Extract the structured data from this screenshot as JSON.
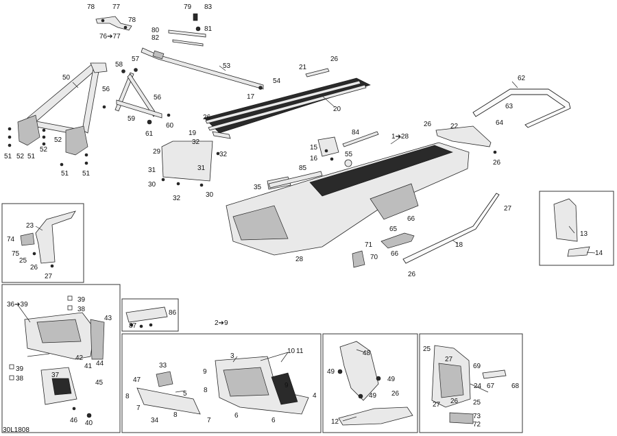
{
  "diagram_code": "30L1808",
  "callouts": [
    {
      "id": "78a",
      "text": "78"
    },
    {
      "id": "77",
      "text": "77"
    },
    {
      "id": "78b",
      "text": "78"
    },
    {
      "id": "76-77",
      "text": "76➔77"
    },
    {
      "id": "79",
      "text": "79"
    },
    {
      "id": "83",
      "text": "83"
    },
    {
      "id": "80",
      "text": "80"
    },
    {
      "id": "81",
      "text": "81"
    },
    {
      "id": "82",
      "text": "82"
    },
    {
      "id": "53",
      "text": "53"
    },
    {
      "id": "54",
      "text": "54"
    },
    {
      "id": "17",
      "text": "17"
    },
    {
      "id": "50",
      "text": "50"
    },
    {
      "id": "58",
      "text": "58"
    },
    {
      "id": "57",
      "text": "57"
    },
    {
      "id": "56a",
      "text": "56"
    },
    {
      "id": "56b",
      "text": "56"
    },
    {
      "id": "59",
      "text": "59"
    },
    {
      "id": "60",
      "text": "60"
    },
    {
      "id": "61",
      "text": "61"
    },
    {
      "id": "51a",
      "text": "51"
    },
    {
      "id": "52a",
      "text": "52"
    },
    {
      "id": "51b",
      "text": "51"
    },
    {
      "id": "52b",
      "text": "52"
    },
    {
      "id": "52c",
      "text": "52"
    },
    {
      "id": "51c",
      "text": "51"
    },
    {
      "id": "51d",
      "text": "51"
    },
    {
      "id": "21",
      "text": "21"
    },
    {
      "id": "26a",
      "text": "26"
    },
    {
      "id": "20",
      "text": "20"
    },
    {
      "id": "26b",
      "text": "26"
    },
    {
      "id": "19",
      "text": "19"
    },
    {
      "id": "32a",
      "text": "32"
    },
    {
      "id": "29",
      "text": "29"
    },
    {
      "id": "32b",
      "text": "32"
    },
    {
      "id": "31a",
      "text": "31"
    },
    {
      "id": "31b",
      "text": "31"
    },
    {
      "id": "30a",
      "text": "30"
    },
    {
      "id": "32c",
      "text": "32"
    },
    {
      "id": "30b",
      "text": "30"
    },
    {
      "id": "62",
      "text": "62"
    },
    {
      "id": "63",
      "text": "63"
    },
    {
      "id": "64",
      "text": "64"
    },
    {
      "id": "26c",
      "text": "26"
    },
    {
      "id": "22",
      "text": "22"
    },
    {
      "id": "26d",
      "text": "26"
    },
    {
      "id": "84",
      "text": "84"
    },
    {
      "id": "1-28",
      "text": "1➔28"
    },
    {
      "id": "15",
      "text": "15"
    },
    {
      "id": "16",
      "text": "16"
    },
    {
      "id": "55",
      "text": "55"
    },
    {
      "id": "85",
      "text": "85"
    },
    {
      "id": "35",
      "text": "35"
    },
    {
      "id": "27a",
      "text": "27"
    },
    {
      "id": "66",
      "text": "66"
    },
    {
      "id": "65",
      "text": "65"
    },
    {
      "id": "71",
      "text": "71"
    },
    {
      "id": "70",
      "text": "70"
    },
    {
      "id": "66b",
      "text": "66"
    },
    {
      "id": "18",
      "text": "18"
    },
    {
      "id": "28",
      "text": "28"
    },
    {
      "id": "26e",
      "text": "26"
    },
    {
      "id": "13",
      "text": "13"
    },
    {
      "id": "14",
      "text": "14"
    },
    {
      "id": "23",
      "text": "23"
    },
    {
      "id": "74",
      "text": "74"
    },
    {
      "id": "75",
      "text": "75"
    },
    {
      "id": "25a",
      "text": "25"
    },
    {
      "id": "26f",
      "text": "26"
    },
    {
      "id": "27b",
      "text": "27"
    },
    {
      "id": "36-39",
      "text": "36➔39"
    },
    {
      "id": "39a",
      "text": "39"
    },
    {
      "id": "38a",
      "text": "38"
    },
    {
      "id": "43",
      "text": "43"
    },
    {
      "id": "42",
      "text": "42"
    },
    {
      "id": "44",
      "text": "44"
    },
    {
      "id": "41",
      "text": "41"
    },
    {
      "id": "39b",
      "text": "39"
    },
    {
      "id": "38b",
      "text": "38"
    },
    {
      "id": "37",
      "text": "37"
    },
    {
      "id": "45",
      "text": "45"
    },
    {
      "id": "46",
      "text": "46"
    },
    {
      "id": "40",
      "text": "40"
    },
    {
      "id": "86",
      "text": "86"
    },
    {
      "id": "87",
      "text": "87"
    },
    {
      "id": "2-9",
      "text": "2➔9"
    },
    {
      "id": "33",
      "text": "33"
    },
    {
      "id": "47",
      "text": "47"
    },
    {
      "id": "8a",
      "text": "8"
    },
    {
      "id": "5",
      "text": "5"
    },
    {
      "id": "7a",
      "text": "7"
    },
    {
      "id": "34",
      "text": "34"
    },
    {
      "id": "8b",
      "text": "8"
    },
    {
      "id": "7b",
      "text": "7"
    },
    {
      "id": "9a",
      "text": "9"
    },
    {
      "id": "3",
      "text": "3"
    },
    {
      "id": "10",
      "text": "10"
    },
    {
      "id": "11",
      "text": "11"
    },
    {
      "id": "9b",
      "text": "9"
    },
    {
      "id": "8c",
      "text": "8"
    },
    {
      "id": "4",
      "text": "4"
    },
    {
      "id": "6a",
      "text": "6"
    },
    {
      "id": "6b",
      "text": "6"
    },
    {
      "id": "48",
      "text": "48"
    },
    {
      "id": "49a",
      "text": "49"
    },
    {
      "id": "49b",
      "text": "49"
    },
    {
      "id": "49c",
      "text": "49"
    },
    {
      "id": "26g",
      "text": "26"
    },
    {
      "id": "12",
      "text": "12"
    },
    {
      "id": "25b",
      "text": "25"
    },
    {
      "id": "27c",
      "text": "27"
    },
    {
      "id": "69",
      "text": "69"
    },
    {
      "id": "24",
      "text": "24"
    },
    {
      "id": "67",
      "text": "67"
    },
    {
      "id": "68",
      "text": "68"
    },
    {
      "id": "27d",
      "text": "27"
    },
    {
      "id": "26h",
      "text": "26"
    },
    {
      "id": "25c",
      "text": "25"
    },
    {
      "id": "73",
      "text": "73"
    },
    {
      "id": "72",
      "text": "72"
    }
  ]
}
